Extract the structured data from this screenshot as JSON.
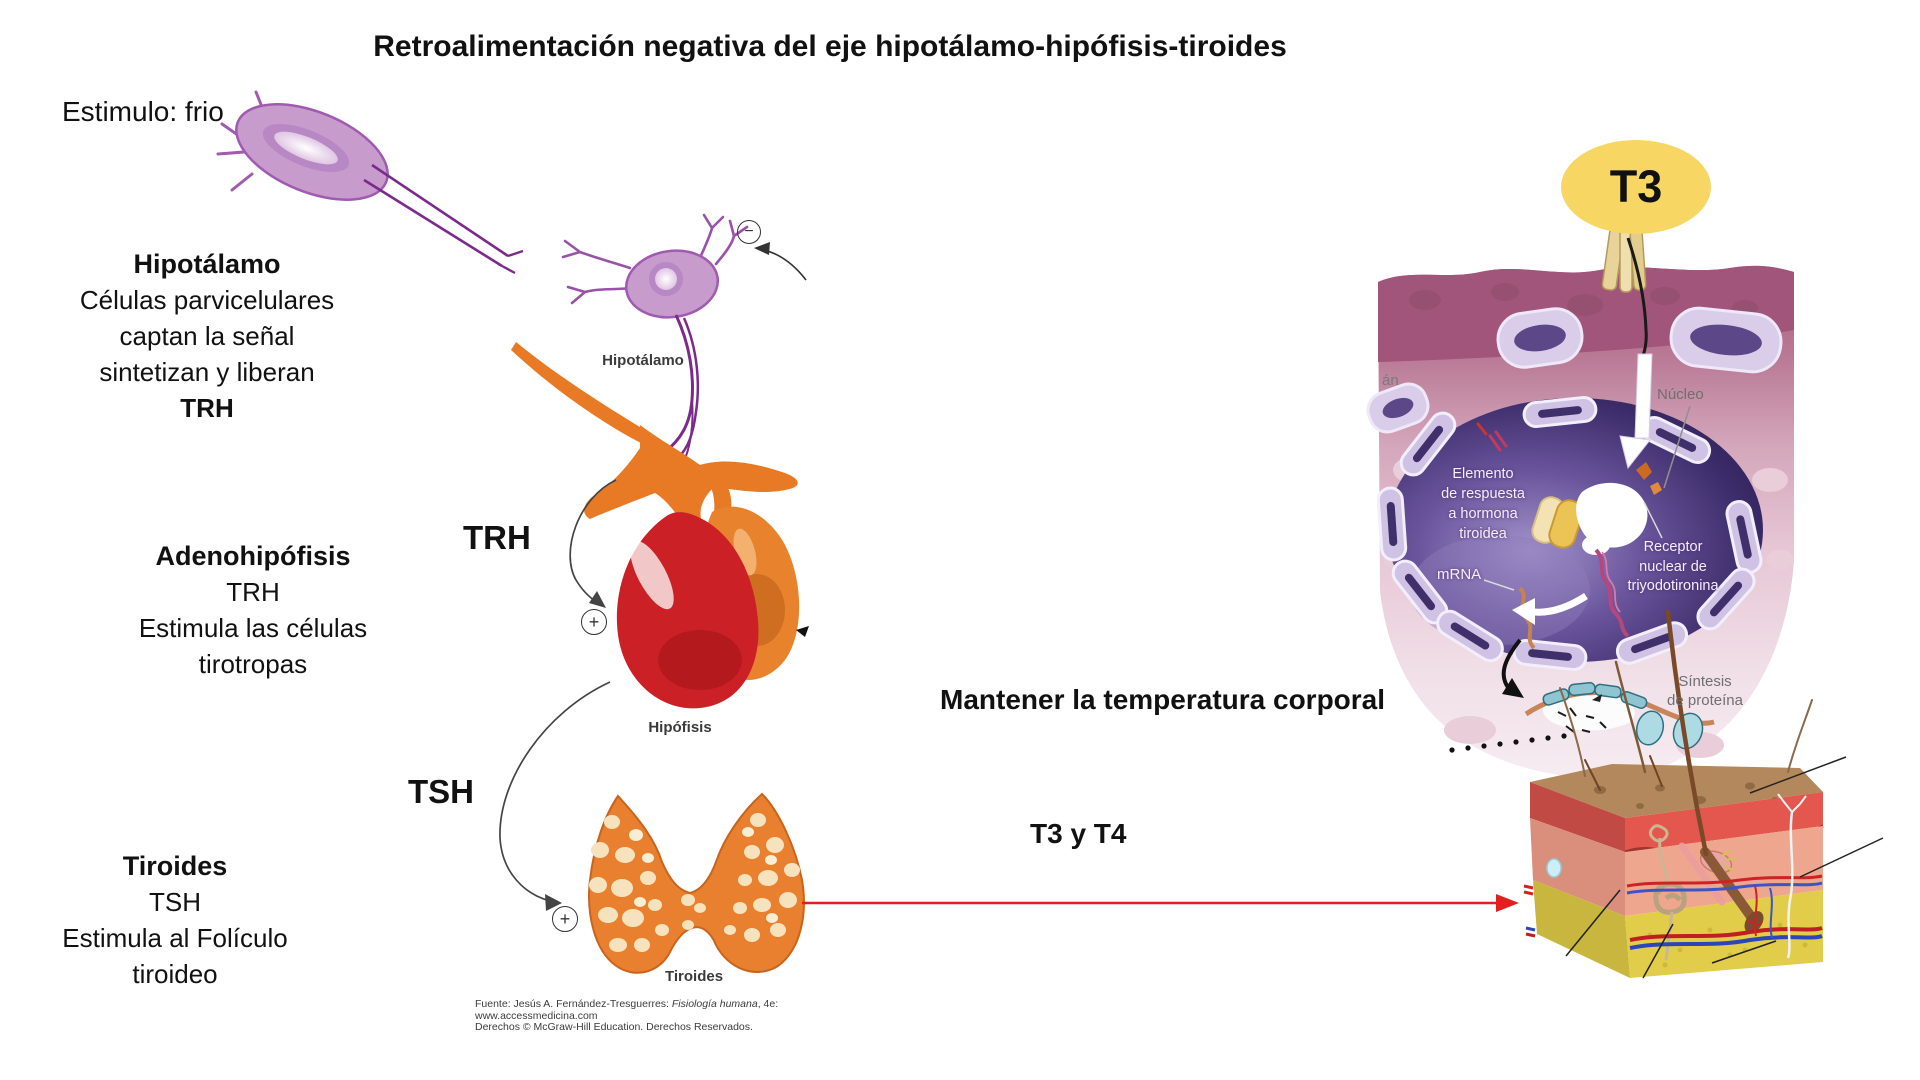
{
  "title": "Retroalimentación negativa del eje hipotálamo-hipófisis-tiroides",
  "stimulus_label": "Estimulo: frio",
  "left_blocks": {
    "hypothalamus": {
      "heading": "Hipotálamo",
      "line1": "Células parvicelulares",
      "line2": "captan la señal",
      "line3": "sintetizan y liberan",
      "bold_line": "TRH"
    },
    "adenohypophysis": {
      "heading": "Adenohipófisis",
      "line1": "TRH",
      "line2": "Estimula las células",
      "line3": "tirotropas"
    },
    "thyroid": {
      "heading": "Tiroides",
      "line1": "TSH",
      "line2": "Estimula al Folículo",
      "line3": "tiroideo"
    }
  },
  "axis_diagram": {
    "hypothalamus_label": "Hipotálamo",
    "hypophysis_label": "Hipófisis",
    "thyroid_label": "Tiroides",
    "trh_hormone_label": "TRH",
    "tsh_hormone_label": "TSH",
    "minus_icon": "−",
    "plus_icon_pituitary": "+",
    "plus_icon_thyroid": "+"
  },
  "effects": {
    "temperature_label": "Mantener la temperatura corporal",
    "hormones_label": "T3 y T4"
  },
  "cell_figure": {
    "t3_label": "T3",
    "truncated_label": "án",
    "nucleus_label": "Núcleo",
    "response_element_lines": [
      "Elemento",
      "de respuesta",
      "a hormona",
      "tiroidea"
    ],
    "mrna_label": "mRNA",
    "receptor_lines": [
      "Receptor",
      "nuclear de",
      "triyodotironina"
    ],
    "synthesis_lines": [
      "Síntesis",
      "de proteína"
    ]
  },
  "source": {
    "line1_prefix": "Fuente: Jesús A. Fernández-Tresguerres: ",
    "line1_italic": "Fisiología humana",
    "line1_suffix": ", 4e:",
    "line2": "www.accessmedicina.com",
    "line3": "Derechos © McGraw-Hill Education. Derechos Reservados."
  },
  "colors": {
    "feedback_arrow_red": "#e41e1e",
    "t3_oval_yellow": "#f7d664",
    "neuron_purple": "#c79bcc",
    "pituitary_red": "#cc2027",
    "pituitary_orange": "#e8822c",
    "thyroid_orange": "#e8802f",
    "nucleus_dark_purple": "#3c2c6a",
    "tissue_mauve": "#a85a7c"
  }
}
